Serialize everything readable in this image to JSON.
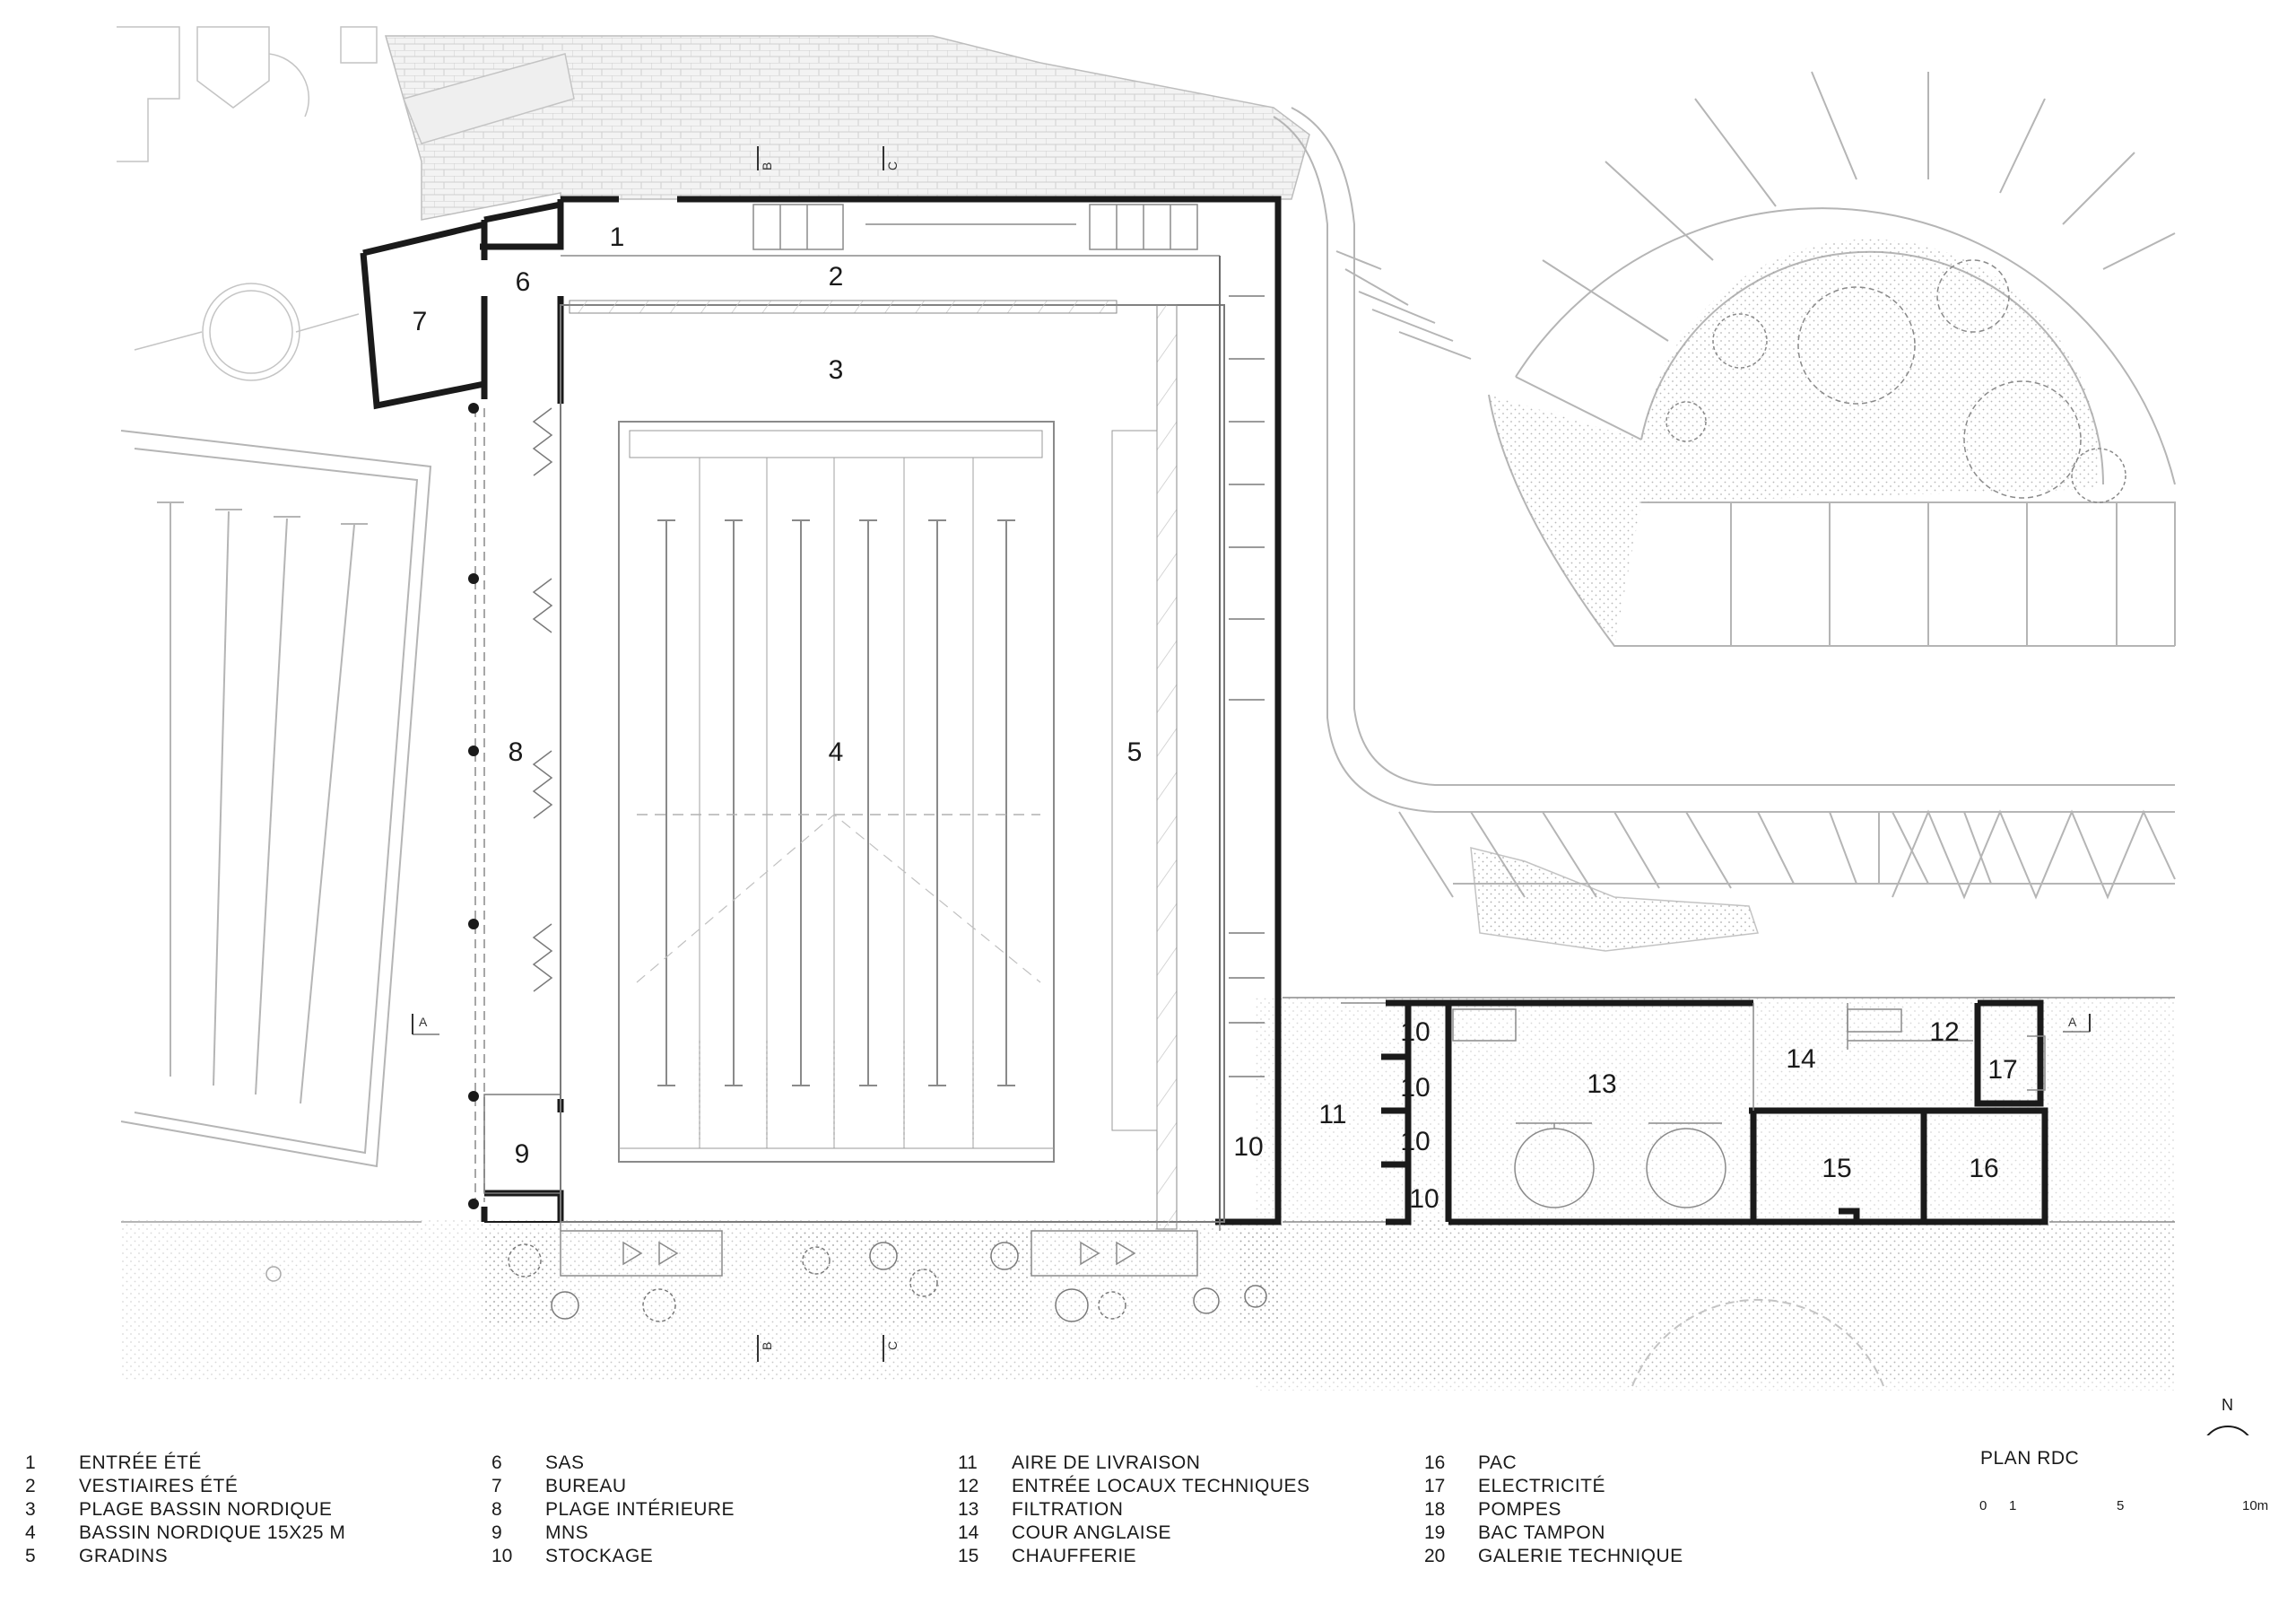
{
  "plan": {
    "title": "PLAN RDC",
    "north": "N",
    "scale": {
      "zero": "0",
      "one": "1",
      "five": "5",
      "ten": "10m"
    },
    "section_markers": {
      "a": "A",
      "b": "B",
      "c": "C"
    },
    "room_labels": {
      "r1": "1",
      "r2": "2",
      "r3": "3",
      "r4": "4",
      "r5": "5",
      "r6": "6",
      "r7": "7",
      "r8": "8",
      "r9": "9",
      "r10": "10",
      "r11": "11",
      "r12": "12",
      "r13": "13",
      "r14": "14",
      "r15": "15",
      "r16": "16",
      "r17": "17"
    }
  },
  "legend": {
    "col1": [
      {
        "num": "1",
        "label": "ENTRÉE ÉTÉ"
      },
      {
        "num": "2",
        "label": "VESTIAIRES ÉTÉ"
      },
      {
        "num": "3",
        "label": "PLAGE BASSIN NORDIQUE"
      },
      {
        "num": "4",
        "label": "BASSIN NORDIQUE 15X25 M"
      },
      {
        "num": "5",
        "label": "GRADINS"
      }
    ],
    "col2": [
      {
        "num": "6",
        "label": "SAS"
      },
      {
        "num": "7",
        "label": "BUREAU"
      },
      {
        "num": "8",
        "label": "PLAGE INTÉRIEURE"
      },
      {
        "num": "9",
        "label": "MNS"
      },
      {
        "num": "10",
        "label": "STOCKAGE"
      }
    ],
    "col3": [
      {
        "num": "11",
        "label": "AIRE DE LIVRAISON"
      },
      {
        "num": "12",
        "label": "ENTRÉE LOCAUX TECHNIQUES"
      },
      {
        "num": "13",
        "label": "FILTRATION"
      },
      {
        "num": "14",
        "label": "COUR ANGLAISE"
      },
      {
        "num": "15",
        "label": "CHAUFFERIE"
      }
    ],
    "col4": [
      {
        "num": "16",
        "label": "PAC"
      },
      {
        "num": "17",
        "label": "ELECTRICITÉ"
      },
      {
        "num": "18",
        "label": "POMPES"
      },
      {
        "num": "19",
        "label": "BAC TAMPON"
      },
      {
        "num": "20",
        "label": "GALERIE TECHNIQUE"
      }
    ]
  }
}
